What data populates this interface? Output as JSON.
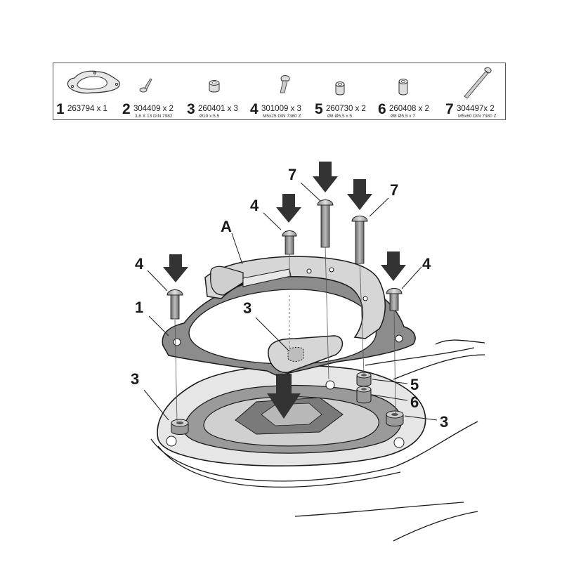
{
  "parts": [
    {
      "num": "1",
      "code": "263794 x 1",
      "spec": "",
      "icon": "gasket-plate-icon"
    },
    {
      "num": "2",
      "code": "304409 x 2",
      "spec": "3,6 X 13 DIN 7982",
      "icon": "tapping-screw-icon"
    },
    {
      "num": "3",
      "code": "260401 x 3",
      "spec": "Ø10 x 5,5",
      "icon": "spacer-icon"
    },
    {
      "num": "4",
      "code": "301009 x 3",
      "spec": "M5x25 DIN 7380 Z",
      "icon": "button-head-screw-icon"
    },
    {
      "num": "5",
      "code": "260730 x 2",
      "spec": "Ø8 Ø5,5 x 5",
      "icon": "short-spacer-icon"
    },
    {
      "num": "6",
      "code": "260408 x 2",
      "spec": "Ø8 Ø5,5 x 7",
      "icon": "long-spacer-icon"
    },
    {
      "num": "7",
      "code": "304497x 2",
      "spec": "M5x60 DIN 7380 Z",
      "icon": "long-screw-icon"
    }
  ],
  "callouts": {
    "a": "A",
    "c1": "1",
    "c3_left": "3",
    "c3_center": "3",
    "c3_right": "3",
    "c4_left": "4",
    "c4_mid": "4",
    "c4_right": "4",
    "c5": "5",
    "c6": "6",
    "c7_left": "7",
    "c7_right": "7"
  },
  "colors": {
    "plate": "#8c8c8c",
    "ring": "#d6d6d6",
    "arrow": "#333333",
    "line": "#1a1a1a"
  }
}
